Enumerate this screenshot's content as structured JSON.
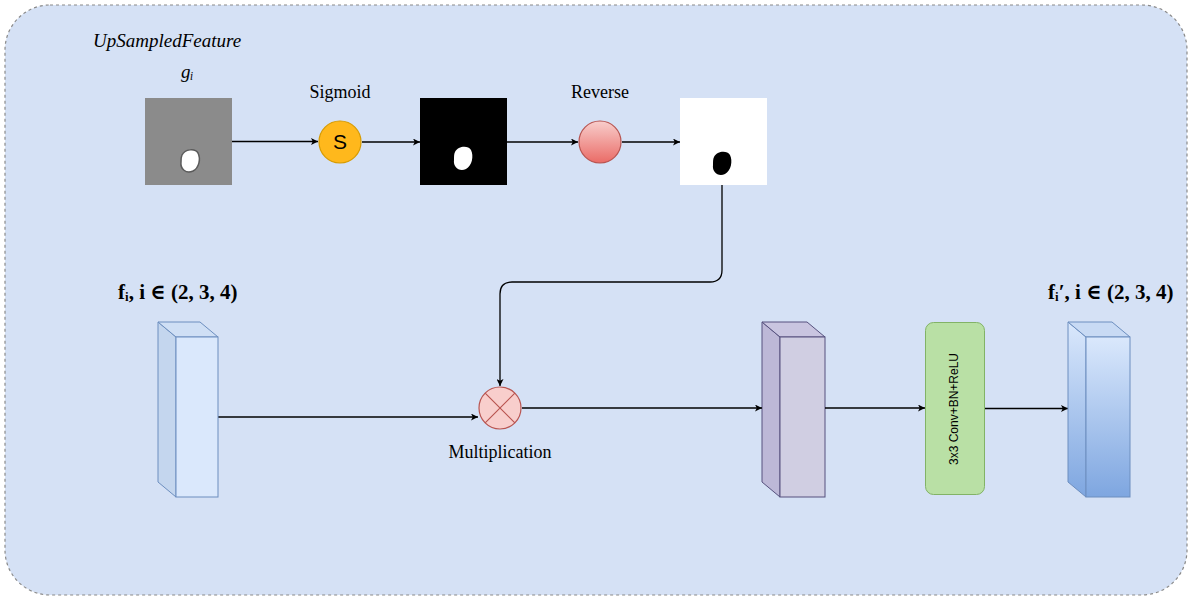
{
  "diagram": {
    "nodes": [
      {
        "text": [
          "UpSampledFeature",
          "gᵢ"
        ]
      },
      {
        "text": [
          "Sigmoid",
          "S"
        ]
      },
      {
        "text": [
          "Reverse"
        ]
      },
      {
        "text": [
          "fᵢ, i ∈ (2, 3, 4)"
        ]
      },
      {
        "text": [
          "Multiplication"
        ]
      },
      {
        "text": [
          "3x3 Conv+BN+ReLU"
        ]
      },
      {
        "text": [
          "fᵢ′, i ∈ (2, 3, 4)"
        ]
      }
    ],
    "edges": [
      {
        "from": 0,
        "to": 1,
        "arrow": "to"
      },
      {
        "from": 3,
        "to": 4,
        "arrow": "to"
      },
      {
        "from": 5,
        "to": 6,
        "arrow": "to"
      }
    ]
  }
}
